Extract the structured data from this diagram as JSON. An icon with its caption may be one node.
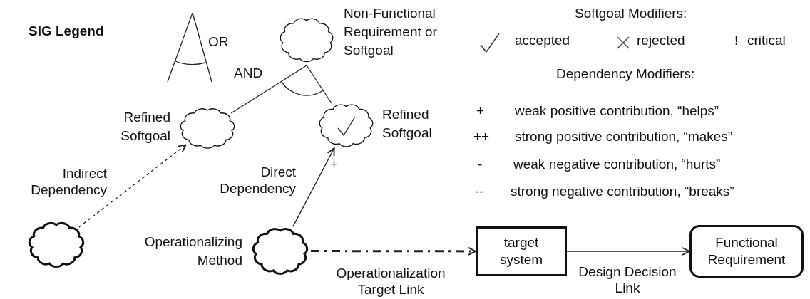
{
  "diagram": {
    "title": "SIG Legend",
    "nodes": [
      {
        "text": [],
        "shape": "cloud",
        "beside": [
          "Non-Functional Requirement or Softgoal"
        ]
      },
      {
        "text": [],
        "shape": "cloud",
        "beside": [
          "Refined Softgoal"
        ]
      },
      {
        "text": [],
        "shape": "cloud",
        "beside": [
          "Refined Softgoal"
        ]
      },
      {
        "text": [],
        "shape": "cloud"
      },
      {
        "text": [],
        "shape": "cloud",
        "beside": [
          "Operationalizing Method"
        ]
      },
      {
        "text": [
          "target system"
        ]
      },
      {
        "text": [
          "Functional Requirement"
        ]
      }
    ],
    "edges": [
      {
        "from": 1,
        "to": 0,
        "arrow": "none"
      },
      {
        "from": 2,
        "to": 0,
        "arrow": "none"
      },
      {
        "from": 3,
        "to": 1,
        "arrow": "to",
        "style": "dashed",
        "label": "Indirect Dependency"
      },
      {
        "from": 4,
        "to": 2,
        "arrow": "to",
        "label": "Direct Dependency"
      },
      {
        "from": 4,
        "to": 5,
        "arrow": "to",
        "style": "dashed",
        "label": "Operationalization Target Link"
      },
      {
        "from": 5,
        "to": 6,
        "arrow": "to",
        "label": "Design Decision Link"
      }
    ],
    "labels": [
      "OR",
      "AND",
      "+",
      "Softgoal Modifiers:",
      "accepted",
      "rejected",
      "!",
      "critical",
      "Dependency Modifiers:",
      "+",
      "weak positive contribution, “helps”",
      "++",
      "strong positive contribution, “makes”",
      "-",
      "weak negative contribution, “hurts”",
      "--",
      "strong negative contribution, “breaks”"
    ]
  }
}
